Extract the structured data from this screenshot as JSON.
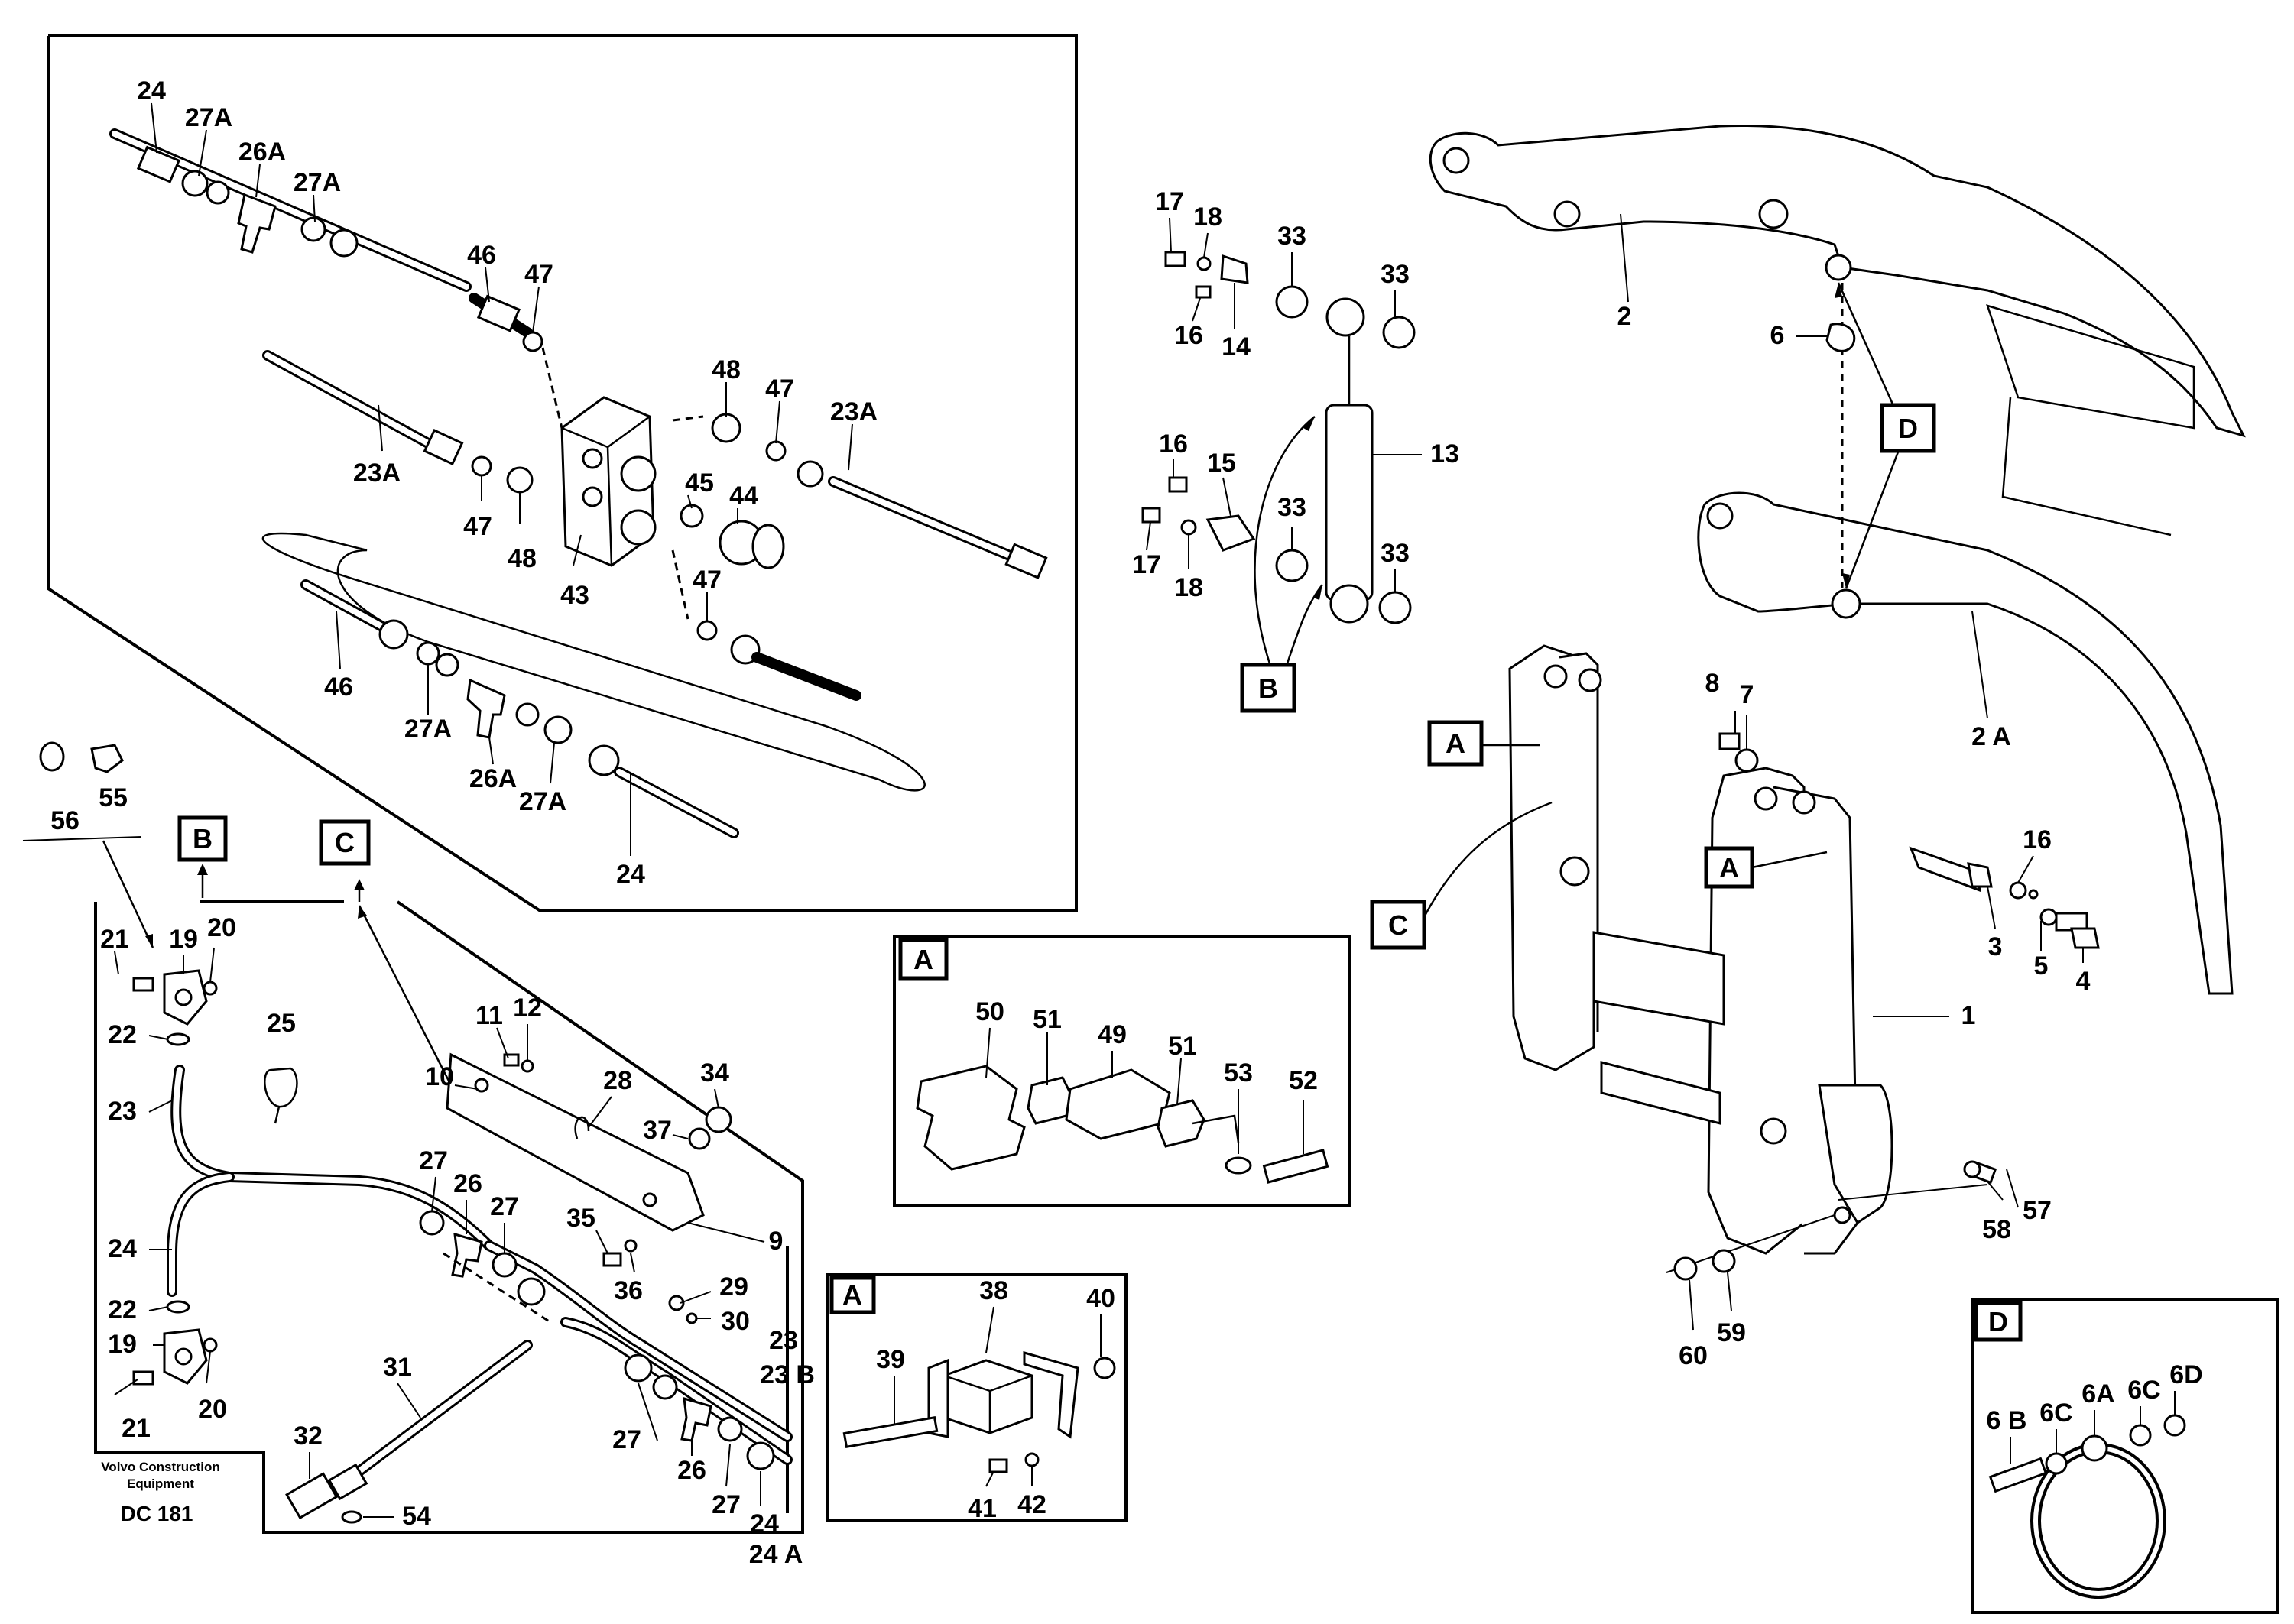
{
  "diagram": {
    "footer": {
      "brand_line1": "Volvo Construction",
      "brand_line2": "Equipment",
      "code": "DC 181"
    },
    "reference_boxes": [
      "A",
      "B",
      "C",
      "D"
    ],
    "part_labels": {
      "hose_24_top": "24",
      "union_27a_1": "27A",
      "tee_26a_top": "26A",
      "union_27a_2": "27A",
      "hose_46_top": "46",
      "seal_47_top": "47",
      "fitting_48_right": "48",
      "seal_47_right": "47",
      "hose_23a_right": "23A",
      "hose_23a_left": "23A",
      "seal_47_left": "47",
      "fitting_48_left": "48",
      "valve_43": "43",
      "seal_45": "45",
      "plug_44": "44",
      "seal_47_lower": "47",
      "hose_46_lower": "46",
      "union_27a_3": "27A",
      "tee_26a_lower": "26A",
      "union_27a_4": "27A",
      "hose_24_lower": "24",
      "screw_17_top": "17",
      "washer_18_top": "18",
      "nipple_16_top": "16",
      "pin_14": "14",
      "bearing_33_a": "33",
      "bearing_33_b": "33",
      "cylinder_13": "13",
      "nipple_16_mid": "16",
      "pin_15": "15",
      "screw_17_mid": "17",
      "washer_18_mid": "18",
      "bearing_33_c": "33",
      "bearing_33_d": "33",
      "arm_2": "2",
      "ring_6": "6",
      "arm_2a": "2 A",
      "frame_1": "1",
      "nut_8": "8",
      "washer_7": "7",
      "pin_16_right": "16",
      "pin_3": "3",
      "washer_5": "5",
      "screw_4": "4",
      "screw_57": "57",
      "washer_58": "58",
      "nut_60": "60",
      "washer_59": "59",
      "cap_56": "56",
      "clip_55": "55",
      "screw_21_top": "21",
      "bracket_19_top": "19",
      "washer_20_top": "20",
      "seal_22_top": "22",
      "pipe_23": "23",
      "clamp_25": "25",
      "pipe_24": "24",
      "seal_22_low": "22",
      "bracket_19_low": "19",
      "washer_20_low": "20",
      "screw_21_low": "21",
      "screw_10": "10",
      "nut_11": "11",
      "washer_12": "12",
      "hook_28": "28",
      "plug_34": "34",
      "washer_37": "37",
      "plate_9": "9",
      "screw_35": "35",
      "washer_36": "36",
      "nut_29": "29",
      "washer_30": "30",
      "union_27_a": "27",
      "tee_26_a": "26",
      "union_27_b": "27",
      "pipe_23_right": "23",
      "pipe_23b": "23 B",
      "hose_31": "31",
      "coupling_32": "32",
      "seal_54": "54",
      "union_27_c": "27",
      "tee_26_b": "26",
      "union_27_d": "27",
      "pipe_24_right": "24",
      "pipe_24a": "24 A",
      "pad_50": "50",
      "shim_51_a": "51",
      "pad_49": "49",
      "shim_51_b": "51",
      "washer_53": "53",
      "screw_52": "52",
      "screw_39": "39",
      "block_38": "38",
      "nut_40": "40",
      "screw_41": "41",
      "washer_42": "42",
      "screw_6b": "6 B",
      "washer_6c_a": "6C",
      "nut_6a": "6A",
      "washer_6c_b": "6C",
      "nut_6d": "6D"
    }
  }
}
